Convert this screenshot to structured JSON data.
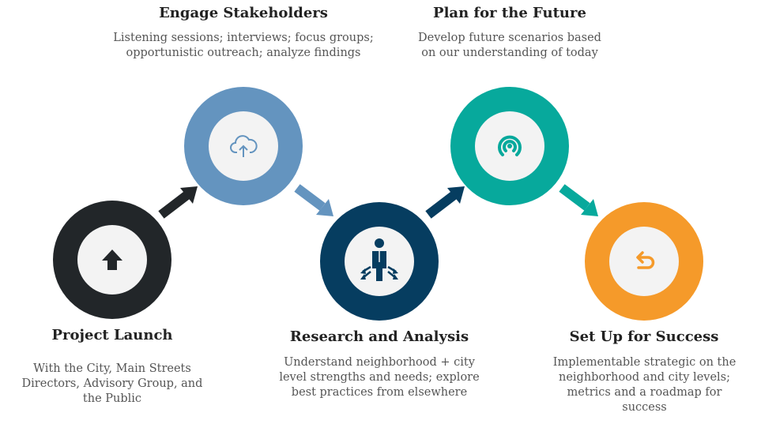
{
  "steps": [
    {
      "title": "Project Launch",
      "description": "With the City, Main Streets\nDirectors, Advisory Group, and\nthe Public",
      "color": "#222629",
      "icon": "upload-arrow-icon"
    },
    {
      "title": "Engage Stakeholders",
      "description": "Listening sessions; interviews; focus groups;\nopportunistic outreach; analyze findings",
      "color": "#6494bf",
      "icon": "cloud-upload-icon"
    },
    {
      "title": "Research and Analysis",
      "description": "Understand neighborhood + city\nlevel strengths and needs; explore\nbest practices from elsewhere",
      "color": "#063d60",
      "icon": "person-directions-icon"
    },
    {
      "title": "Plan for the Future",
      "description": "Develop future scenarios based\non our understanding of today",
      "color": "#07a99c",
      "icon": "broadcast-signal-icon"
    },
    {
      "title": "Set Up for Success",
      "description": "Implementable strategic on the\nneighborhood and city levels;\nmetrics and a roadmap for\nsuccess",
      "color": "#f59a2a",
      "icon": "return-arrow-icon"
    }
  ]
}
